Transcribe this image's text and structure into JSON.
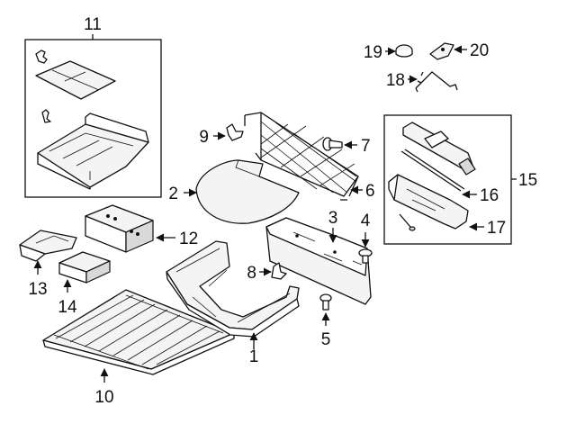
{
  "callouts": {
    "c1": "1",
    "c2": "2",
    "c3": "3",
    "c4": "4",
    "c5": "5",
    "c6": "6",
    "c7": "7",
    "c8": "8",
    "c9": "9",
    "c10": "10",
    "c11": "11",
    "c12": "12",
    "c13": "13",
    "c14": "14",
    "c15": "15",
    "c16": "16",
    "c17": "17",
    "c18": "18",
    "c19": "19",
    "c20": "20"
  },
  "colors": {
    "line": "#111111",
    "background": "#ffffff",
    "fill_light": "#f4f4f4",
    "fill_dark": "#d9d9d9"
  }
}
